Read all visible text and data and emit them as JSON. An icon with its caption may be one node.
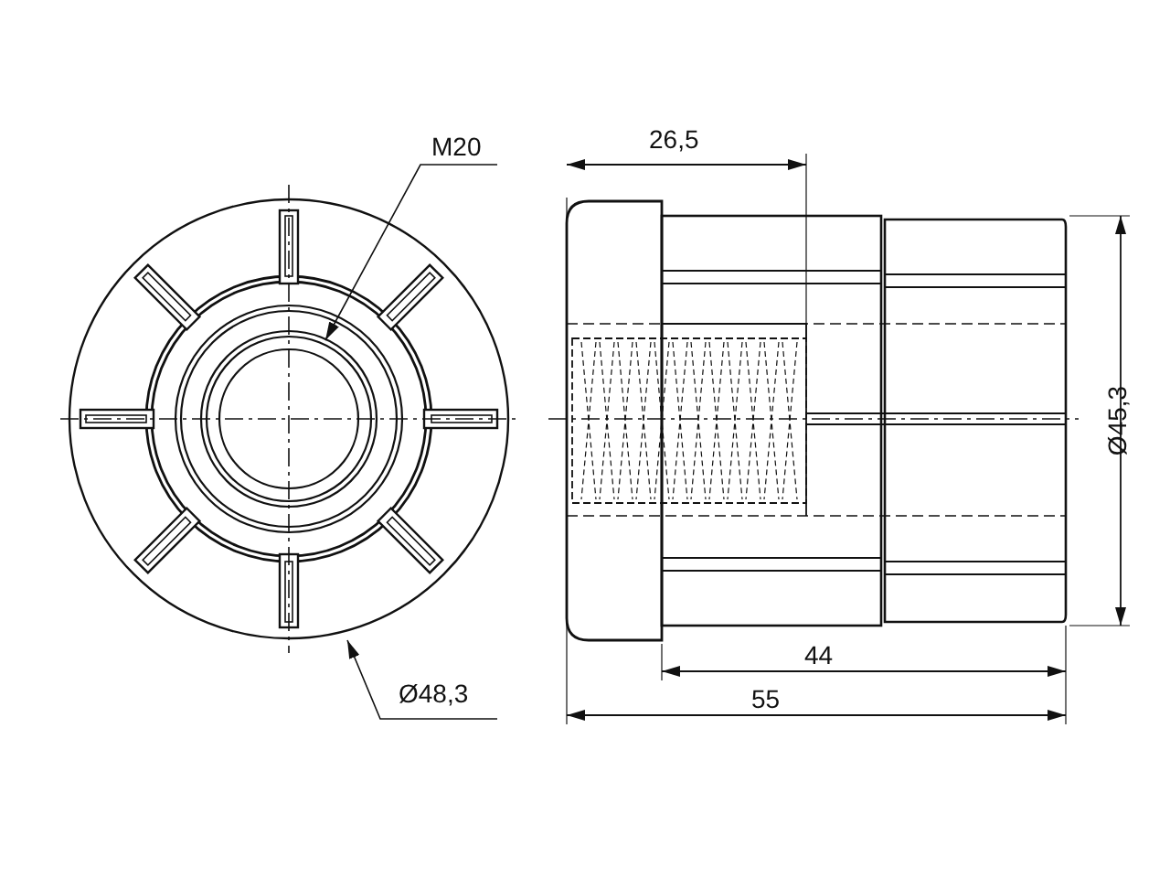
{
  "diagram": {
    "nodes": [
      {
        "text": [
          "M20"
        ]
      },
      {
        "text": [
          "Ø48,3"
        ]
      }
    ],
    "edges": [
      {
        "from": 0,
        "to": null,
        "arrow": "to"
      },
      {
        "from": 1,
        "to": null,
        "arrow": "to"
      }
    ],
    "labels": [
      "26,5",
      "Ø45,3",
      "44",
      "55"
    ]
  }
}
